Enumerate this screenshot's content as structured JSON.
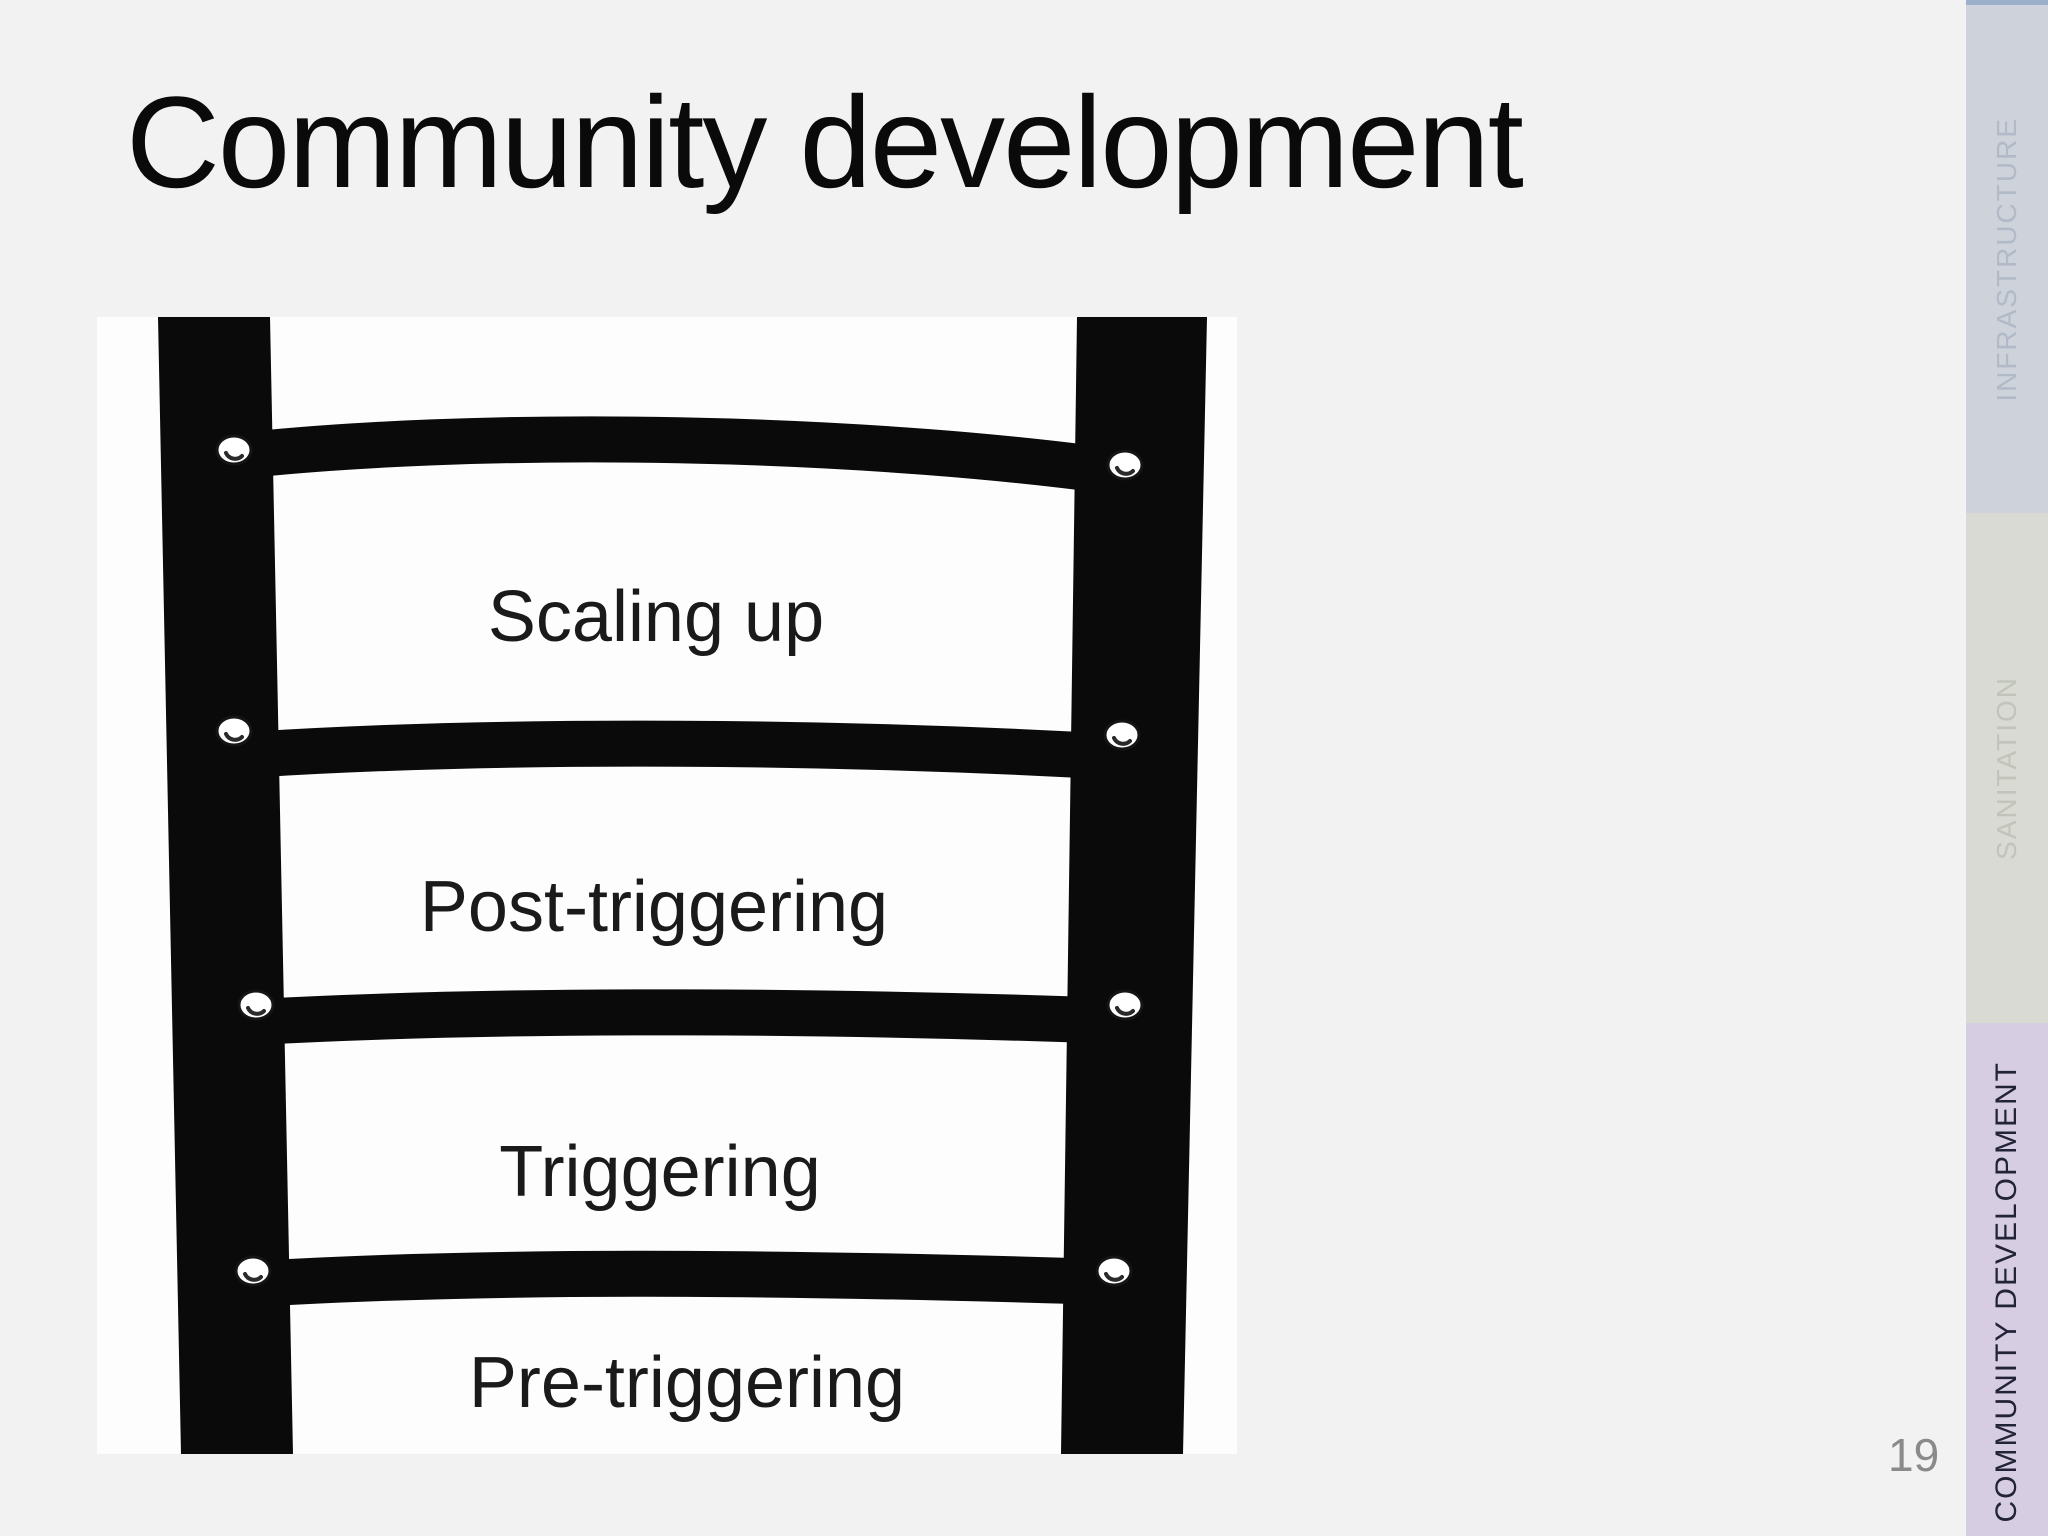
{
  "slide": {
    "title": "Community development",
    "page_number": "19"
  },
  "ladder_diagram": {
    "description": "Black-and-white ladder graphic; each gap between rungs is a labeled stage, read top to bottom",
    "stages": [
      "Scaling up",
      "Post-triggering",
      "Triggering",
      "Pre-triggering"
    ]
  },
  "sidebar": {
    "sections": [
      {
        "label": "INFRASTRUCTURE",
        "active": false
      },
      {
        "label": "SANITATION",
        "active": false
      },
      {
        "label": "COMMUNITY DEVELOPMENT",
        "active": true
      }
    ]
  },
  "colors": {
    "slide_background": "#f2f2f2",
    "image_background": "#fdfdfd",
    "ladder_ink": "#0a0a0a",
    "accent_strip": "#9bb0cb",
    "infrastructure_bg": "#cdd2db",
    "infrastructure_text": "#b2bac8",
    "sanitation_bg": "#d9dad3",
    "sanitation_text": "#c0c4ba",
    "community_development_bg": "#d6cde2",
    "community_development_text": "#232338",
    "page_number_text": "#8a8a8a"
  }
}
